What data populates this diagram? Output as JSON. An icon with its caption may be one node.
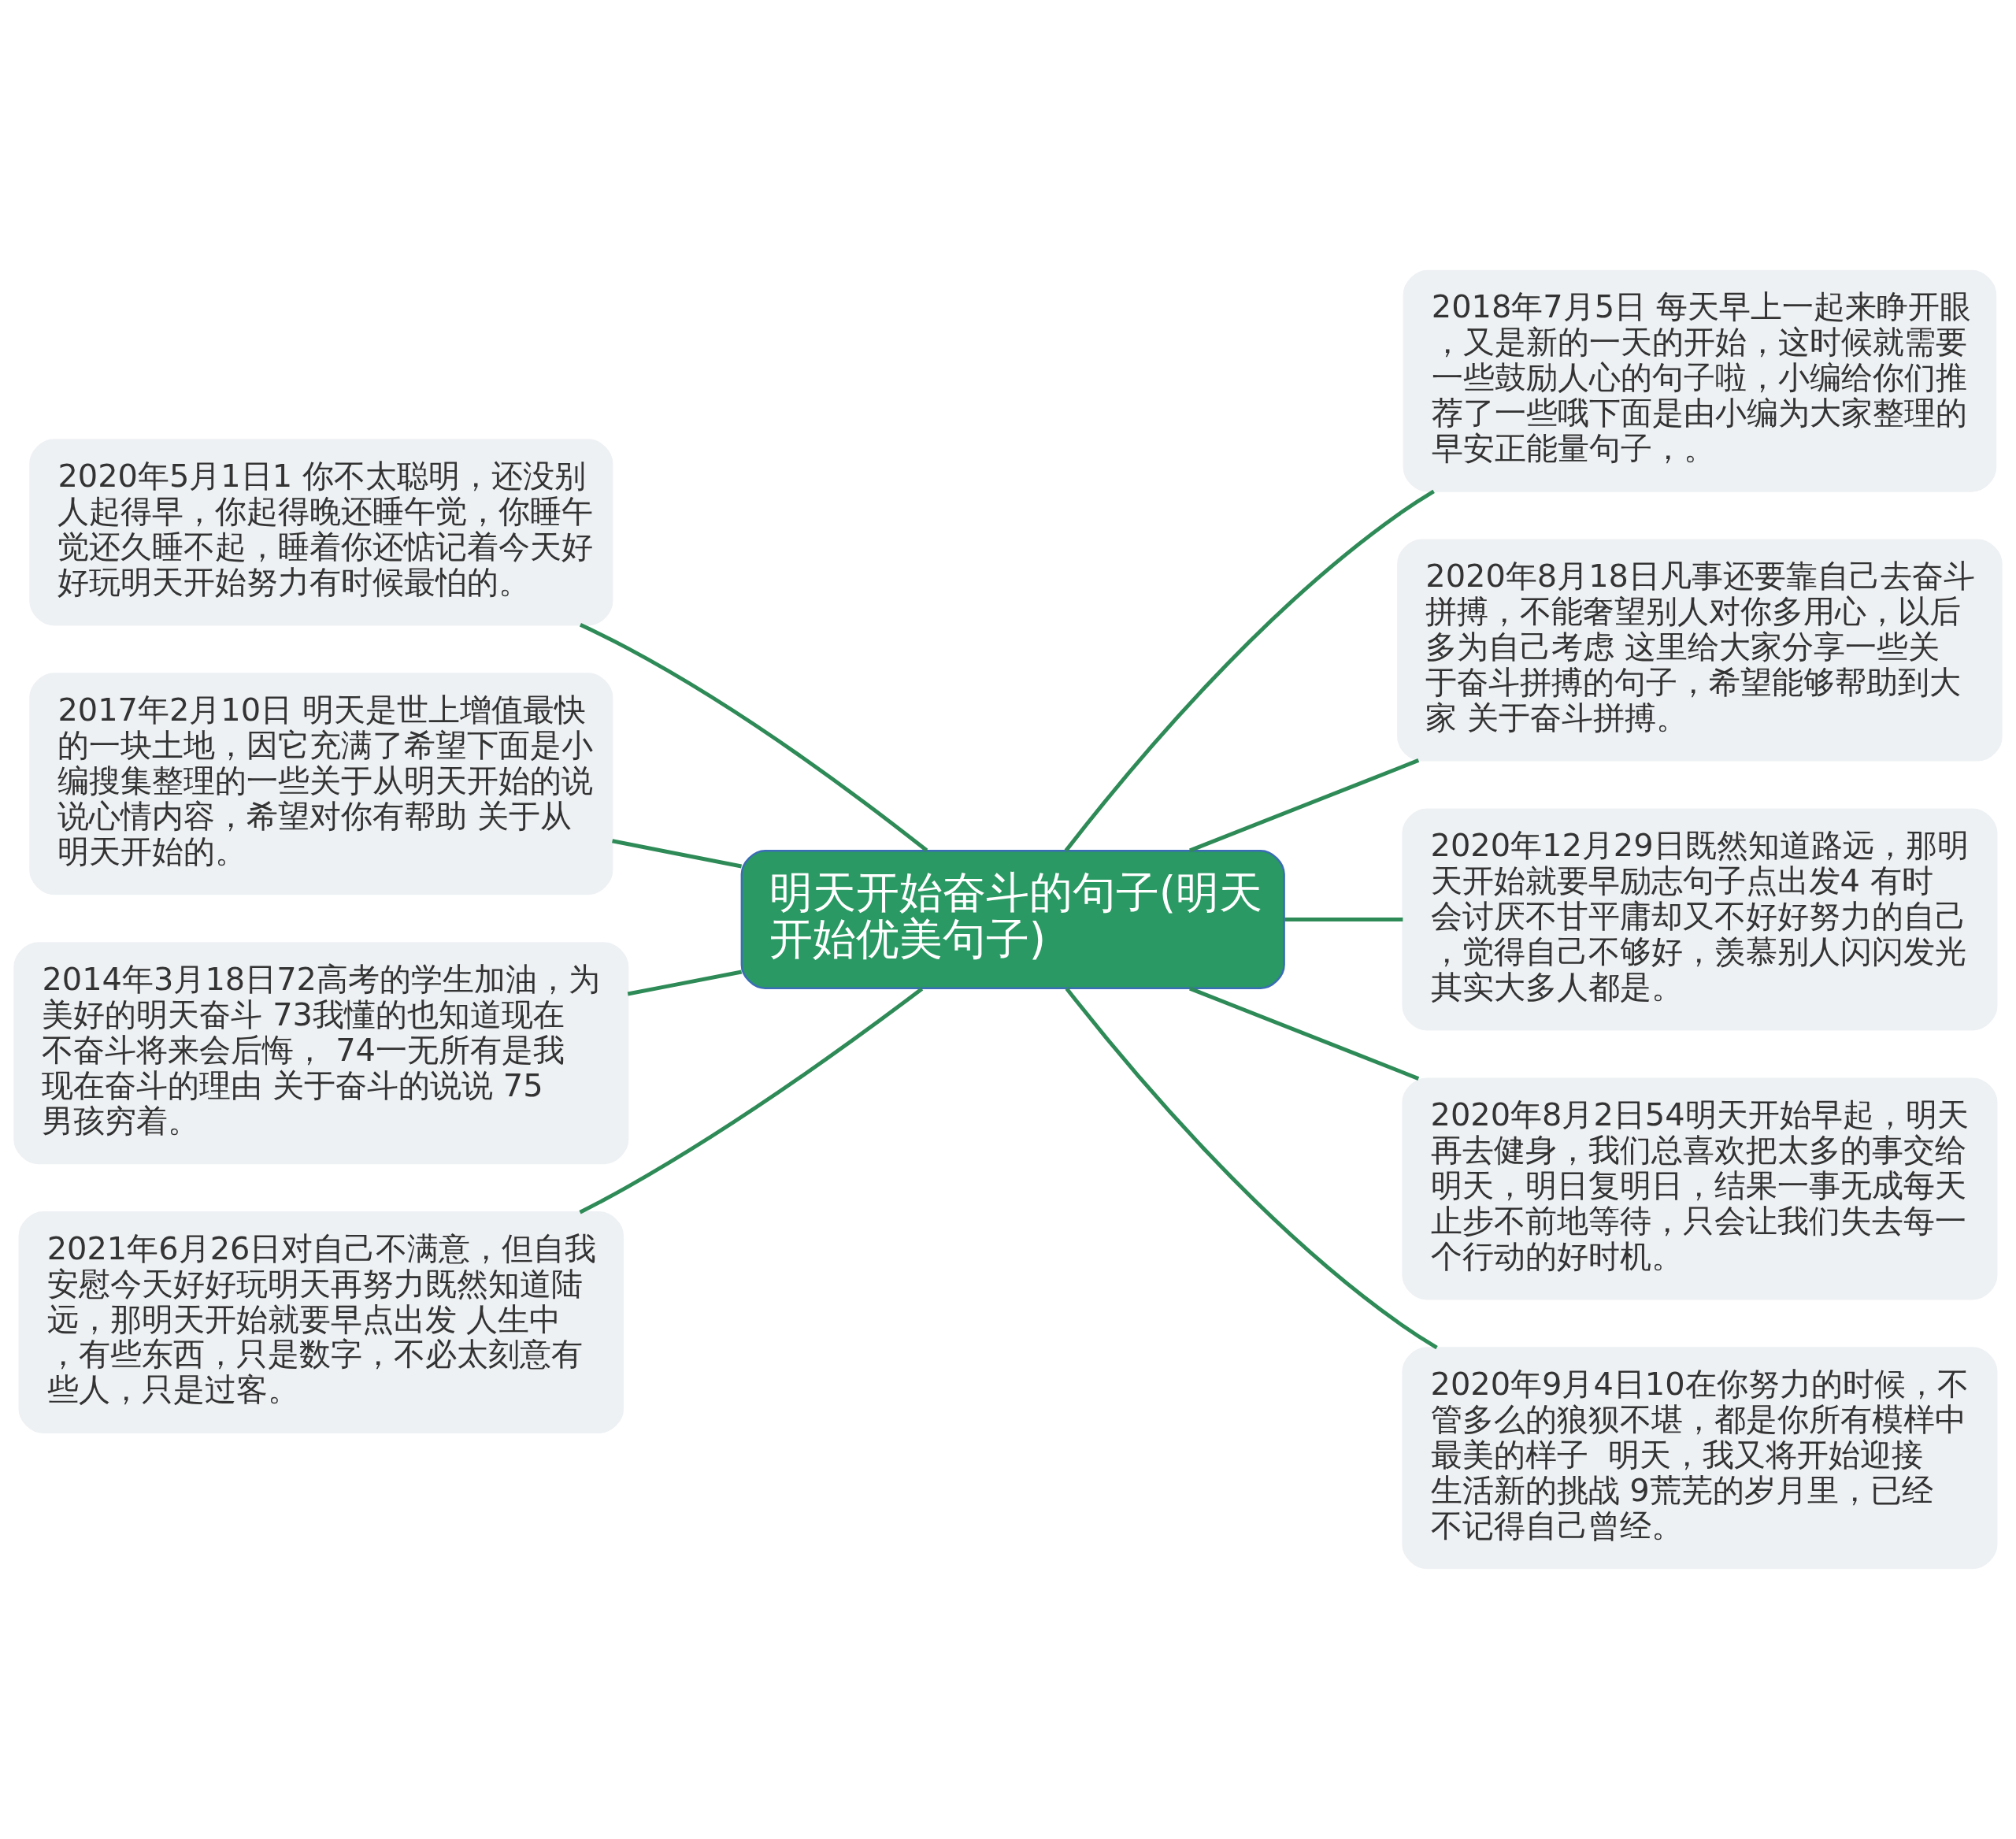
{
  "diagram": {
    "nodes": [
      {
        "text": [
          "明天开始奋斗的句子(明天开始优美句子)"
        ]
      },
      {
        "text": [
          "2020年5月1日1 你不太聪明，还没别人起得早，你起得晚还睡午觉，你睡午觉还久睡不起，睡着你还惦记着今天好好玩明天开始努力有时候最怕的。"
        ]
      },
      {
        "text": [
          "2017年2月10日 明天是世上增值最快的一块土地，因它充满了希望下面是小编搜集整理的一些关于从明天开始的说说心情内容，希望对你有帮助 关于从明天开始的。"
        ]
      },
      {
        "text": [
          "2014年3月18日72高考的学生加油，为美好的明天奋斗 73我懂的也知道现在不奋斗将来会后悔， 74一无所有是我现在奋斗的理由 关于奋斗的说说 75男孩穷着。"
        ]
      },
      {
        "text": [
          "2021年6月26日对自己不满意，但自我安慰今天好好玩明天再努力既然知道陆远，那明天开始就要早点出发 人生中，有些东西，只是数字，不必太刻意有些人，只是过客。"
        ]
      },
      {
        "text": [
          "2018年7月5日 每天早上一起来睁开眼，又是新的一天的开始，这时候就需要一些鼓励人心的句子啦，小编给你们推荐了一些哦下面是由小编为大家整理的早安正能量句子，。"
        ]
      },
      {
        "text": [
          "2020年8月18日凡事还要靠自己去奋斗拼搏，不能奢望别人对你多用心，以后多为自己考虑 这里给大家分享一些关于奋斗拼搏的句子，希望能够帮助到大家 关于奋斗拼搏。"
        ]
      },
      {
        "text": [
          "2020年12月29日既然知道路远，那明天开始就要早励志句子点出发4 有时会讨厌不甘平庸却又不好好努力的自己，觉得自己不够好，羡慕别人闪闪发光其实大多人都是。"
        ]
      },
      {
        "text": [
          "2020年8月2日54明天开始早起，明天再去健身，我们总喜欢把太多的事交给明天，明日复明日，结果一事无成每天止步不前地等待，只会让我们失去每一个行动的好时机。"
        ]
      },
      {
        "text": [
          "2020年9月4日10在你努力的时候，不管多么的狼狈不堪，都是你所有模样中最美的样子  明天，我又将开始迎接生活新的挑战 9荒芜的岁月里，已经不记得自己曾经。"
        ]
      }
    ],
    "edges": [
      {
        "from": 0,
        "to": 1,
        "arrow": "none"
      },
      {
        "from": 0,
        "to": 2,
        "arrow": "none"
      },
      {
        "from": 0,
        "to": 3,
        "arrow": "none"
      },
      {
        "from": 0,
        "to": 4,
        "arrow": "none"
      },
      {
        "from": 0,
        "to": 5,
        "arrow": "none"
      },
      {
        "from": 0,
        "to": 6,
        "arrow": "none"
      },
      {
        "from": 0,
        "to": 7,
        "arrow": "none"
      },
      {
        "from": 0,
        "to": 8,
        "arrow": "none"
      },
      {
        "from": 0,
        "to": 9,
        "arrow": "none"
      }
    ]
  }
}
